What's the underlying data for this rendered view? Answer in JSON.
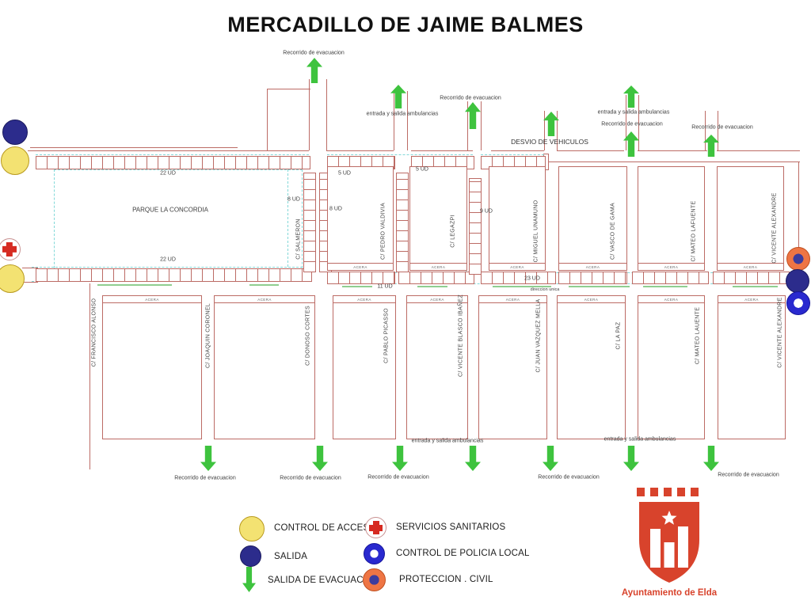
{
  "title": "MERCADILLO DE JAIME BALMES",
  "map": {
    "park_label": "PARQUE LA CONCORDIA",
    "detour_label": "DESVIO DE VEHICULOS",
    "one_way_label": "direccion unica",
    "sidewalk_label": "ACERA",
    "evacuation_label": "Recorrido de evacuacion",
    "ambulance_label": "entrada y salida ambulancias",
    "unit_counts": {
      "top_left_row": "22 UD",
      "top_row_a": "5 UD",
      "top_row_b": "5 UD",
      "col_a": "8 UD",
      "col_b": "8 UD",
      "col_c": "9 UD",
      "mid_left_row": "22 UD",
      "mid_row_a": "11 UD",
      "mid_row_b": "23 UD"
    },
    "upper_streets": [
      "C/ SALMERON",
      "C/ PEDRO VALDIVIA",
      "C/ LEGAZPI",
      "C/ MIGUEL UNAMUNO",
      "C/ VASCO DE GAMA",
      "C/ MATEO LAFUENTE",
      "C/ VICENTE ALEXANDRE"
    ],
    "lower_streets": [
      "C/ FRANCISCO ALONSO",
      "C/ JOAQUIN CORONEL",
      "C/ DONOSO CORTES",
      "C/ PABLO PICASSO",
      "C/ VICENTE BLASCO IBAÑEZ",
      "C/ JUAN VAZQUEZ MELLA",
      "C/ LA PAZ",
      "C/ MATEO LAUENTE",
      "C/ VICENTE ALEXANDRE"
    ]
  },
  "legend": {
    "access": "CONTROL DE ACCESO",
    "exit": "SALIDA",
    "evac_exit": "SALIDA DE EVACUACION",
    "medical": "SERVICIOS SANITARIOS",
    "police": "CONTROL DE POLICIA LOCAL",
    "civil": "PROTECCION . CIVIL"
  },
  "footer": {
    "logo_caption": "Ayuntamiento de Elda"
  },
  "colors": {
    "line": "#bc6b65",
    "cyan": "#82d8d8",
    "green": "#3ec33e",
    "yellow": "#f3e272",
    "yellow_border": "#b99a1f",
    "navy": "#2c2c8c",
    "cross_red": "#d62a21",
    "police_blue": "#2929cf",
    "civil_orange": "#ee7544",
    "civil_inner": "#3c3c9e",
    "logo_red": "#d8432c",
    "text": "#3c3c3c",
    "title": "#111111"
  }
}
